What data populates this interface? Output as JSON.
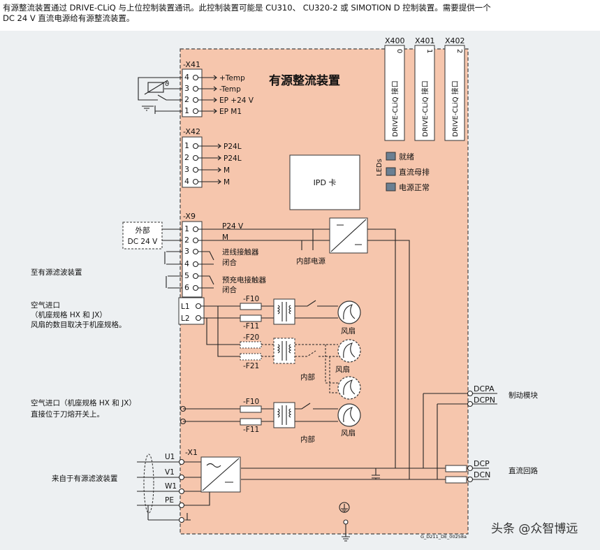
{
  "caption": {
    "line1": "有源整流装置通过 DRIVE-CLiQ 与上位控制装置通讯。此控制装置可能是 CU310、 CU320-2 或 SIMOTION D 控制装置。需要提供一个",
    "line2": "DC 24 V 直流电源给有源整流装置。"
  },
  "title": "有源整流装置",
  "ports": [
    {
      "connector": "X400",
      "num": "0",
      "label": "DRIVE-CLiQ 接口"
    },
    {
      "connector": "X401",
      "num": "1",
      "label": "DRIVE-CLiQ 接口"
    },
    {
      "connector": "X402",
      "num": "2",
      "label": "DRIVE-CLiQ 接口"
    }
  ],
  "leds": {
    "group_label": "LEDs",
    "items": [
      {
        "label": "就绪",
        "color": "#6b7f92"
      },
      {
        "label": "直流母排",
        "color": "#6b7f92"
      },
      {
        "label": "电源正常",
        "color": "#6b7f92"
      }
    ]
  },
  "ipd_card": "IPD 卡",
  "x41": {
    "name": "-X41",
    "pins": [
      {
        "num": "4",
        "label": "+Temp"
      },
      {
        "num": "3",
        "label": "-Temp"
      },
      {
        "num": "2",
        "label": "EP +24 V"
      },
      {
        "num": "1",
        "label": "EP M1"
      }
    ],
    "theta": "ϑ"
  },
  "x42": {
    "name": "-X42",
    "pins": [
      {
        "num": "1",
        "label": "P24L"
      },
      {
        "num": "2",
        "label": "P24L"
      },
      {
        "num": "3",
        "label": "M"
      },
      {
        "num": "4",
        "label": "M"
      }
    ]
  },
  "x9": {
    "name": "-X9",
    "pins": [
      {
        "num": "1",
        "label": "P24 V"
      },
      {
        "num": "2",
        "label": "M"
      },
      {
        "num": "3",
        "label": "进线接触器"
      },
      {
        "num": "4",
        "label": "闭合"
      },
      {
        "num": "5",
        "label": "预充电接触器"
      },
      {
        "num": "6",
        "label": "闭合"
      }
    ],
    "internal_supply": "内部电源"
  },
  "external_supply": {
    "line1": "外部",
    "line2": "DC 24 V"
  },
  "to_line_filter": "至有源滤波装置",
  "air_inlet": {
    "line1": "空气进口",
    "line2": "（机座规格 HX 和 JX）",
    "line3": "风扇的数目取决于机座规格。"
  },
  "air_inlet_direct": {
    "line1": "空气进口（机座规格 HX 和 JX）",
    "line2": "直接位于刀熔开关上。"
  },
  "fan_terminals": [
    "L1",
    "L2"
  ],
  "fuses": [
    "-F10",
    "-F11",
    "-F20",
    "-F21",
    "-F10",
    "-F11"
  ],
  "fan_label": "风扇",
  "internal_label": "内部",
  "dc_outputs": [
    {
      "label": "DCPA",
      "desc": "制动模块"
    },
    {
      "label": "DCPN",
      "desc": ""
    },
    {
      "label": "DCP",
      "desc": "直流回路"
    },
    {
      "label": "DCN",
      "desc": ""
    }
  ],
  "x1": {
    "name": "-X1",
    "pins": [
      "U1",
      "V1",
      "W1",
      "PE"
    ]
  },
  "from_filter": "来自于有源滤波装置",
  "drawing_id": "G_D211_DE_00258a",
  "watermark": "头条 @众智博远",
  "colors": {
    "module_fill": "#f6c6ad",
    "panel_bg": "#edf0f2",
    "led": "#6b7f92"
  }
}
